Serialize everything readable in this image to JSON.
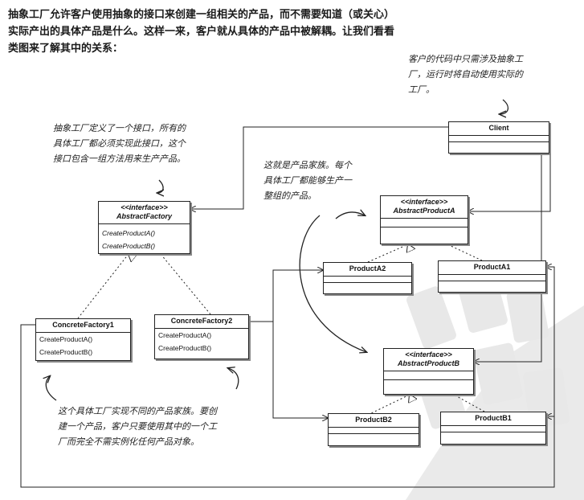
{
  "intro": [
    "抽象工厂允许客户使用抽象的接口来创建一组相关的产品，而不需要知道（或关心）",
    "实际产出的具体产品是什么。这样一来，客户就从具体的产品中被解耦。让我们看看",
    "类图来了解其中的关系："
  ],
  "notes": {
    "client_note": [
      "客户的代码中只需涉及抽象工",
      "厂，运行时将自动使用实际的",
      "工厂。"
    ],
    "factory_note": [
      "抽象工厂定义了一个接口，所有的",
      "具体工厂都必须实现此接口，这个",
      "接口包含一组方法用来生产产品。"
    ],
    "family_note": [
      "这就是产品家族。每个",
      "具体工厂都能够生产一",
      "整组的产品。"
    ],
    "concrete_note": [
      "这个具体工厂实现不同的产品家族。要创",
      "建一个产品，客户只要使用其中的一个工",
      "厂而完全不需实例化任何产品对象。"
    ]
  },
  "classes": {
    "client": {
      "name": "Client"
    },
    "abstract_factory": {
      "stereotype": "<<interface>>",
      "name": "AbstractFactory",
      "ops": [
        "CreateProductA()",
        "CreateProductB()"
      ]
    },
    "concrete_factory1": {
      "name": "ConcreteFactory1",
      "ops": [
        "CreateProductA()",
        "CreateProductB()"
      ]
    },
    "concrete_factory2": {
      "name": "ConcreteFactory2",
      "ops": [
        "CreateProductA()",
        "CreateProductB()"
      ]
    },
    "abstract_product_a": {
      "stereotype": "<<interface>>",
      "name": "AbstractProductA"
    },
    "product_a2": {
      "name": "ProductA2"
    },
    "product_a1": {
      "name": "ProductA1"
    },
    "abstract_product_b": {
      "stereotype": "<<interface>>",
      "name": "AbstractProductB"
    },
    "product_b2": {
      "name": "ProductB2"
    },
    "product_b1": {
      "name": "ProductB1"
    }
  },
  "colors": {
    "line": "#222222",
    "watermark": "#e6e6e6"
  }
}
